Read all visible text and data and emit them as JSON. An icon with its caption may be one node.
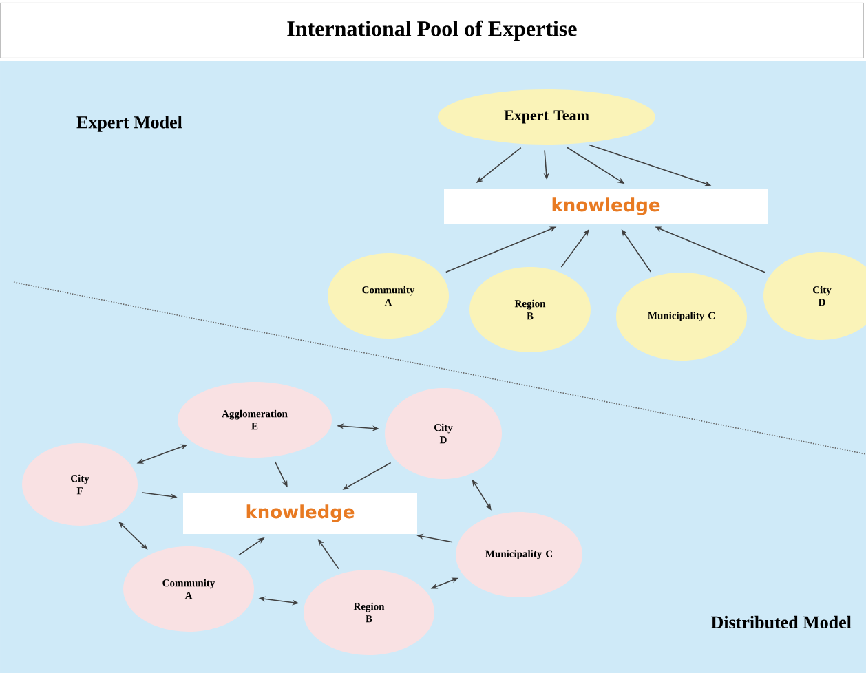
{
  "diagram": {
    "title": "International Pool of Expertise",
    "nodes": [
      {
        "text": [
          "Expert Team"
        ]
      },
      {
        "text": [
          "knowledge"
        ]
      },
      {
        "text": [
          "Community A"
        ]
      },
      {
        "text": [
          "Region B"
        ]
      },
      {
        "text": [
          "Municipality C"
        ]
      },
      {
        "text": [
          "City D"
        ]
      },
      {
        "text": [
          "Agglomeration E"
        ]
      },
      {
        "text": [
          "City D"
        ]
      },
      {
        "text": [
          "City F"
        ]
      },
      {
        "text": [
          "knowledge"
        ]
      },
      {
        "text": [
          "Municipality C"
        ]
      },
      {
        "text": [
          "Region B"
        ]
      },
      {
        "text": [
          "Community A"
        ]
      }
    ],
    "edges": [
      {
        "from": 0,
        "to": 1,
        "arrow": "to"
      },
      {
        "from": 0,
        "to": 1,
        "arrow": "to"
      },
      {
        "from": 0,
        "to": 1,
        "arrow": "to"
      },
      {
        "from": 0,
        "to": 1,
        "arrow": "to"
      },
      {
        "from": 2,
        "to": 1,
        "arrow": "to"
      },
      {
        "from": 3,
        "to": 1,
        "arrow": "to"
      },
      {
        "from": 4,
        "to": 1,
        "arrow": "to"
      },
      {
        "from": 5,
        "to": 1,
        "arrow": "to"
      },
      {
        "from": 6,
        "to": 7,
        "arrow": "both"
      },
      {
        "from": 6,
        "to": 8,
        "arrow": "both"
      },
      {
        "from": 7,
        "to": 10,
        "arrow": "both"
      },
      {
        "from": 8,
        "to": 12,
        "arrow": "both"
      },
      {
        "from": 12,
        "to": 11,
        "arrow": "both"
      },
      {
        "from": 11,
        "to": 10,
        "arrow": "both"
      },
      {
        "from": 6,
        "to": 9,
        "arrow": "to"
      },
      {
        "from": 7,
        "to": 9,
        "arrow": "to"
      },
      {
        "from": 8,
        "to": 9,
        "arrow": "to"
      },
      {
        "from": 12,
        "to": 9,
        "arrow": "to"
      },
      {
        "from": 11,
        "to": 9,
        "arrow": "to"
      },
      {
        "from": 10,
        "to": 9,
        "arrow": "to"
      }
    ],
    "labels": [
      "Expert Model",
      "Distributed Model"
    ]
  }
}
